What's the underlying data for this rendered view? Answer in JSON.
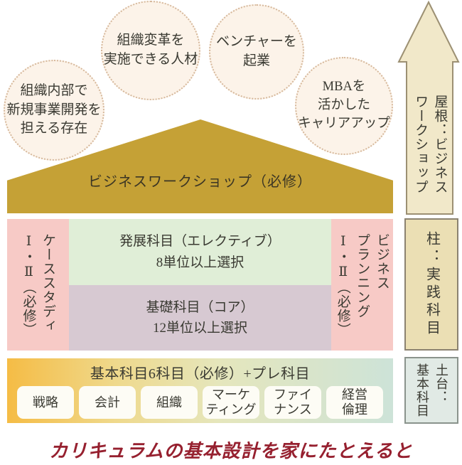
{
  "bubbles": [
    {
      "text": "組織内部で\n新規事業開発を\n担える存在"
    },
    {
      "text": "組織変革を\n実施できる人材"
    },
    {
      "text": "ベンチャーを\n起業"
    },
    {
      "text": "MBAを\n活かした\nキャリアアップ"
    }
  ],
  "roof": {
    "label": "ビジネスワークショップ（必修）"
  },
  "pillars": {
    "left": "ケーススタディ\nⅠ・Ⅱ（必修）",
    "right": "ビジネス\nプランニング\nⅠ・Ⅱ（必修）"
  },
  "elective": {
    "text": "発展科目（エレクティブ）\n8単位以上選択"
  },
  "core": {
    "text": "基礎科目（コア）\n12単位以上選択"
  },
  "base": {
    "title": "基本科目6科目（必修）+プレ科目",
    "subjects": [
      "戦略",
      "会計",
      "組織",
      "マーケ\nティング",
      "ファイ\nナンス",
      "経営\n倫理"
    ]
  },
  "rail": {
    "roof_label": "屋根：ビジネス\nワークショップ",
    "pillar_label": "柱：実践科目",
    "base_label": "土台：\n基本科目"
  },
  "caption": "カリキュラムの基本設計を家にたとえると",
  "colors": {
    "roof_gold": "#c5a136",
    "pillar_pink": "#f7cac6",
    "elective_green": "#e0eed7",
    "core_mauve": "#d7c9d2",
    "base_gradient_left": "#f5bc45",
    "base_gradient_right": "#cde3d8",
    "bubble_cream": "#fcf3e9",
    "bubble_border": "#d6b89b",
    "arrow_cream": "#f1e8c9",
    "arrow_border": "#9c9073",
    "rail_pillar_fill": "#ebdfb4",
    "rail_base_fill": "#e1eae5",
    "caption_red": "#96202f"
  }
}
